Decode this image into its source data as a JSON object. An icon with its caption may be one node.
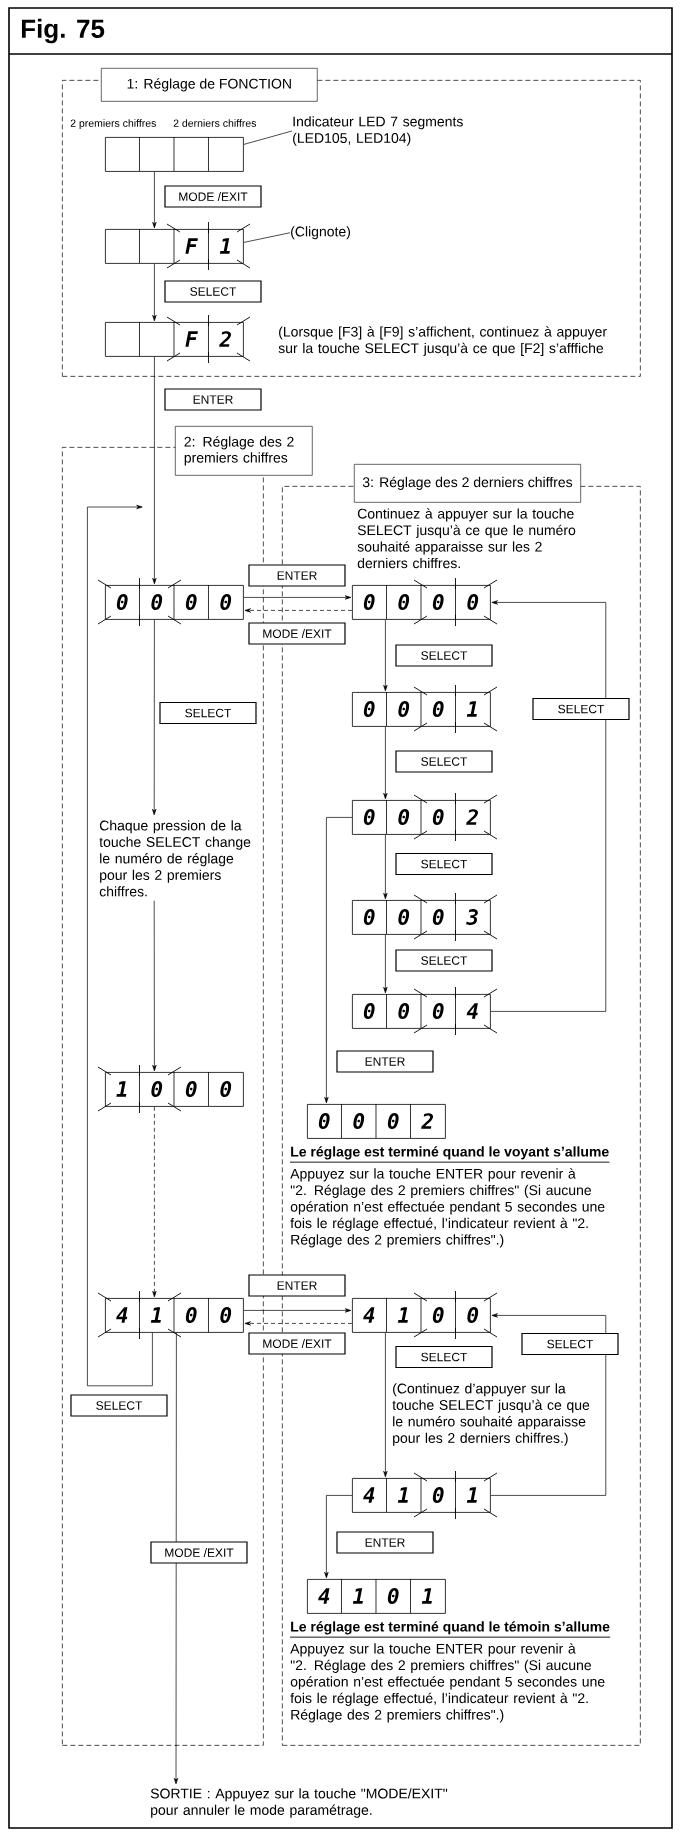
{
  "diagram": {
    "title": "Fig. 75",
    "nodes": [
      {
        "text": [
          "1: Réglage de FONCTION"
        ]
      },
      {
        "text": [],
        "shape": "box",
        "in": 0
      },
      {
        "text": [
          "Indicateur LED 7 segments (LED105, LED104)"
        ],
        "in": 0
      },
      {
        "text": [
          "F",
          "1"
        ],
        "in": 0
      },
      {
        "text": [
          "(Clignote)"
        ],
        "in": 0
      },
      {
        "text": [
          "F",
          "2"
        ],
        "in": 0
      },
      {
        "text": [
          "2: Réglage des 2 premiers chiffres"
        ]
      },
      {
        "text": [
          "3: Réglage des 2 derniers chiffres",
          "Continuez à appuyer sur la touche SELECT jusqu’à ce que le numéro souhaité apparaisse sur les 2 derniers chiffres."
        ]
      },
      {
        "text": [
          "0",
          "0",
          "0",
          "0"
        ],
        "in": 6
      },
      {
        "text": [
          "0",
          "0",
          "0",
          "0"
        ],
        "in": 7
      },
      {
        "text": [
          "0",
          "0",
          "0",
          "1"
        ],
        "in": 7
      },
      {
        "text": [
          "0",
          "0",
          "0",
          "2"
        ],
        "in": 7
      },
      {
        "text": [
          "0",
          "0",
          "0",
          "3"
        ],
        "in": 7
      },
      {
        "text": [
          "0",
          "0",
          "0",
          "4"
        ],
        "in": 7
      },
      {
        "text": [
          "0",
          "0",
          "0",
          "2"
        ],
        "in": 7
      },
      {
        "text": [
          "Chaque pression de la touche SELECT change le numéro de réglage pour les 2 premiers chiffres."
        ],
        "in": 6
      },
      {
        "text": [
          "1",
          "0",
          "0",
          "0"
        ],
        "in": 6
      },
      {
        "text": [
          "4",
          "1",
          "0",
          "0"
        ],
        "in": 6
      },
      {
        "text": [
          "4",
          "1",
          "0",
          "0"
        ],
        "in": 7
      },
      {
        "text": [
          "4",
          "1",
          "0",
          "1"
        ],
        "in": 7
      },
      {
        "text": [
          "4",
          "1",
          "0",
          "1"
        ],
        "in": 7
      },
      {
        "text": [
          "SORTIE : Appuyez sur la touche \"MODE/EXIT\" pour annuler le mode paramétrage."
        ]
      }
    ],
    "edges": [
      {
        "from": 1,
        "to": 3,
        "arrow": "to",
        "label": "MODE /EXIT"
      },
      {
        "from": 3,
        "to": 5,
        "arrow": "to",
        "label": "SELECT"
      },
      {
        "from": 5,
        "to": 8,
        "arrow": "to",
        "label": "ENTER"
      },
      {
        "from": 2,
        "to": 1,
        "arrow": "none"
      },
      {
        "from": 4,
        "to": 3,
        "arrow": "none"
      },
      {
        "from": 8,
        "to": 9,
        "arrow": "to",
        "label": "ENTER"
      },
      {
        "from": 9,
        "to": 8,
        "arrow": "to",
        "label": "MODE /EXIT",
        "style": "dashed"
      },
      {
        "from": 9,
        "to": 10,
        "arrow": "to",
        "label": "SELECT"
      },
      {
        "from": 10,
        "to": 11,
        "arrow": "to",
        "label": "SELECT"
      },
      {
        "from": 11,
        "to": 12,
        "arrow": "to",
        "label": "SELECT"
      },
      {
        "from": 12,
        "to": 13,
        "arrow": "to",
        "label": "SELECT"
      },
      {
        "from": 13,
        "to": 9,
        "arrow": "to",
        "label": "SELECT"
      },
      {
        "from": 11,
        "to": 14,
        "arrow": "to",
        "label": "ENTER"
      },
      {
        "from": 8,
        "to": 15,
        "arrow": "to",
        "label": "SELECT"
      },
      {
        "from": 15,
        "to": 16,
        "arrow": "to"
      },
      {
        "from": 16,
        "to": 17,
        "arrow": "to",
        "style": "dashed"
      },
      {
        "from": 17,
        "to": 18,
        "arrow": "to",
        "label": "ENTER"
      },
      {
        "from": 18,
        "to": 17,
        "arrow": "to",
        "label": "MODE /EXIT",
        "style": "dashed"
      },
      {
        "from": 18,
        "to": 19,
        "arrow": "to",
        "label": "SELECT"
      },
      {
        "from": 19,
        "to": 18,
        "arrow": "to",
        "label": "SELECT"
      },
      {
        "from": 19,
        "to": 20,
        "arrow": "to",
        "label": "ENTER"
      },
      {
        "from": 17,
        "to": 8,
        "arrow": "to",
        "label": "SELECT"
      },
      {
        "from": 17,
        "to": 21,
        "arrow": "to",
        "label": "MODE /EXIT"
      }
    ],
    "labels": [
      "2 premiers chiffres",
      "2 derniers chiffres",
      "(Lorsque [F3] à [F9] s’affichent, continuez à appuyer sur la touche SELECT jusqu’à ce que [F2] s’afffiche",
      "Le réglage est terminé quand le voyant s’allume",
      "Appuyez sur la touche ENTER pour revenir à \"2. Réglage des 2 premiers chiffres\" (Si aucune opération n’est effectuée pendant 5 secondes une fois le réglage effectué, l’indicateur revient à \"2. Réglage des 2 premiers chiffres\".)",
      "(Continuez d’appuyer sur la touche SELECT jusqu’à ce que le numéro souhaité apparaisse pour les 2 derniers chiffres.)",
      "Le réglage est terminé quand le témoin s’allume",
      "Appuyez sur la touche ENTER pour revenir à \"2. Réglage des 2 premiers chiffres\" (Si aucune opération n’est effectuée pendant 5 secondes une fois le réglage effectué, l’indicateur revient à \"2. Réglage des 2 premiers chiffres\".)"
    ]
  }
}
